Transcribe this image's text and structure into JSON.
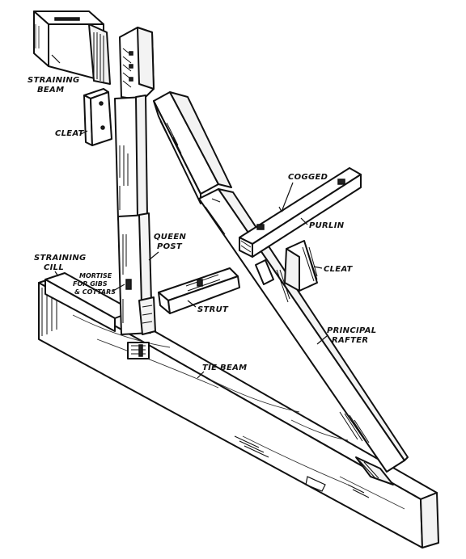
{
  "labels": {
    "straining_beam": [
      "STRAINING",
      "BEAM"
    ],
    "cleat_top": "CLEAT",
    "queen_post": [
      "QUEEN",
      "POST"
    ],
    "straining_cill": [
      "STRAINING",
      "CILL"
    ],
    "mortise": [
      "MORTISE",
      "FOR GIBS",
      "& COTTARS"
    ],
    "strut": "STRUT",
    "tie_beam": "TIE BEAM",
    "cogged": "COGGED",
    "purlin": "PURLIN",
    "cleat_right": "CLEAT",
    "principal_rafter": [
      "PRINCIPAL",
      "RAFTER"
    ]
  }
}
